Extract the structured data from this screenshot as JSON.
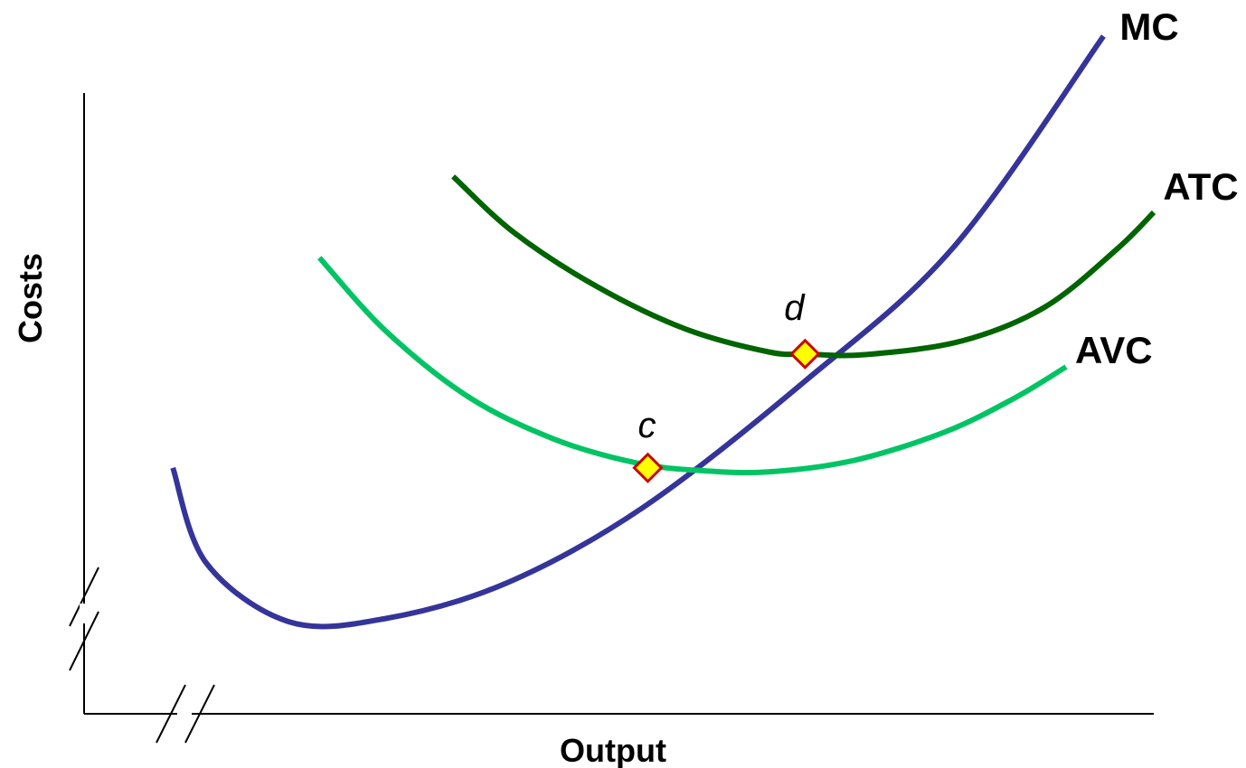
{
  "chart_data": {
    "type": "line",
    "title": "",
    "xlabel": "Output",
    "ylabel": "Costs",
    "axis_breaks": {
      "x": true,
      "y": true
    },
    "grid": false,
    "tick_labels": false,
    "series": [
      {
        "name": "MC",
        "color": "#34349a",
        "points": [
          [
            0.083,
            0.363
          ],
          [
            0.114,
            0.223
          ],
          [
            0.191,
            0.136
          ],
          [
            0.28,
            0.14
          ],
          [
            0.395,
            0.193
          ],
          [
            0.523,
            0.305
          ],
          [
            0.674,
            0.491
          ],
          [
            0.813,
            0.689
          ],
          [
            0.953,
            1.0
          ]
        ]
      },
      {
        "name": "ATC",
        "color": "#006400",
        "points": [
          [
            0.345,
            0.793
          ],
          [
            0.402,
            0.71
          ],
          [
            0.48,
            0.63
          ],
          [
            0.562,
            0.568
          ],
          [
            0.64,
            0.534
          ],
          [
            0.675,
            0.531
          ],
          [
            0.73,
            0.53
          ],
          [
            0.82,
            0.55
          ],
          [
            0.898,
            0.6
          ],
          [
            0.965,
            0.685
          ],
          [
            1.0,
            0.74
          ]
        ]
      },
      {
        "name": "AVC",
        "color": "#00c464",
        "points": [
          [
            0.22,
            0.673
          ],
          [
            0.282,
            0.565
          ],
          [
            0.36,
            0.467
          ],
          [
            0.44,
            0.405
          ],
          [
            0.517,
            0.37
          ],
          [
            0.576,
            0.359
          ],
          [
            0.64,
            0.357
          ],
          [
            0.72,
            0.374
          ],
          [
            0.805,
            0.416
          ],
          [
            0.87,
            0.466
          ],
          [
            0.918,
            0.512
          ]
        ]
      }
    ],
    "annotations": [
      {
        "label": "c",
        "x": 0.527,
        "y": 0.363,
        "marker": "diamond",
        "fill": "#ffff00",
        "stroke": "#cc0000"
      },
      {
        "label": "d",
        "x": 0.674,
        "y": 0.531,
        "marker": "diamond",
        "fill": "#ffff00",
        "stroke": "#cc0000"
      }
    ],
    "axis_color": "#000000"
  }
}
